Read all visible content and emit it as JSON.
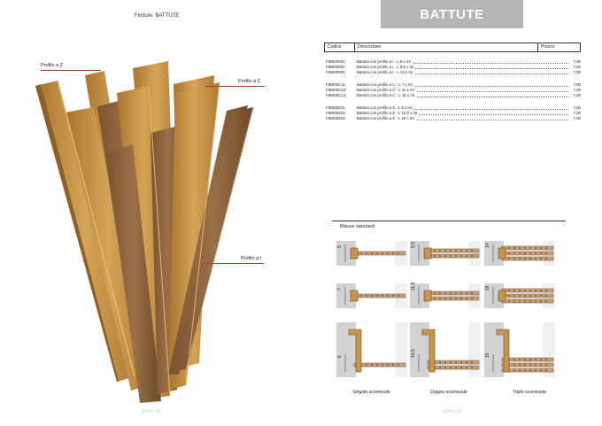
{
  "finiture_label": "Finiture: BATTUTE",
  "section_title": "BATTUTE",
  "table": {
    "headers": {
      "code": "Codice",
      "description": "Descrizione",
      "price": "Prezzo"
    },
    "groups": [
      [
        {
          "code": "FIB000001",
          "description": "Battuta con profilo a I - L 5 x ml",
          "price": "7,00"
        },
        {
          "code": "FIB000002",
          "description": "Battuta con profilo a I - L 9,5 x ml",
          "price": "7,00"
        },
        {
          "code": "FIB000003",
          "description": "Battuta con profilo a I - L 14 x ml",
          "price": "7,00"
        }
      ],
      [
        {
          "code": "FIB000C11",
          "description": "Battuta con profilo a C - L 7 x ml",
          "price": "7,00"
        },
        {
          "code": "FIB000C12",
          "description": "Battuta con profilo a C - L 11 x ml",
          "price": "7,00"
        },
        {
          "code": "FIB000C13",
          "description": "Battuta con profilo a C - L 16 x ml",
          "price": "7,00"
        }
      ],
      [
        {
          "code": "FIB000Z21",
          "description": "Battuta con profilo a Z - L 6 x ml",
          "price": "7,00"
        },
        {
          "code": "FIB000Z22",
          "description": "Battuta con profilo a Z - L 10,5 x ml",
          "price": "7,00"
        },
        {
          "code": "FIB000Z23",
          "description": "Battuta con profilo a Z - L 15 x ml",
          "price": "7,00"
        }
      ]
    ]
  },
  "profile_labels": {
    "z": "Profilo a Z",
    "c": "Profilo a C",
    "i": "Profilo a I"
  },
  "misure": {
    "title": "Misure standard",
    "dims": [
      [
        "5",
        "7",
        "6"
      ],
      [
        "9,5",
        "11,5",
        "10,5"
      ],
      [
        "14",
        "16",
        "15"
      ]
    ],
    "captions": [
      "Singolo scorrevole",
      "Doppio scorrevole",
      "Triplo scorrevole"
    ]
  },
  "page_numbers": {
    "left": "ELVIO 14",
    "right": "ELVIO 15"
  },
  "colors": {
    "header_bg": "#b5b5b5",
    "leader": "#b23a2c",
    "wood_light": "#c9954a",
    "wood_dark": "#8a6238"
  }
}
